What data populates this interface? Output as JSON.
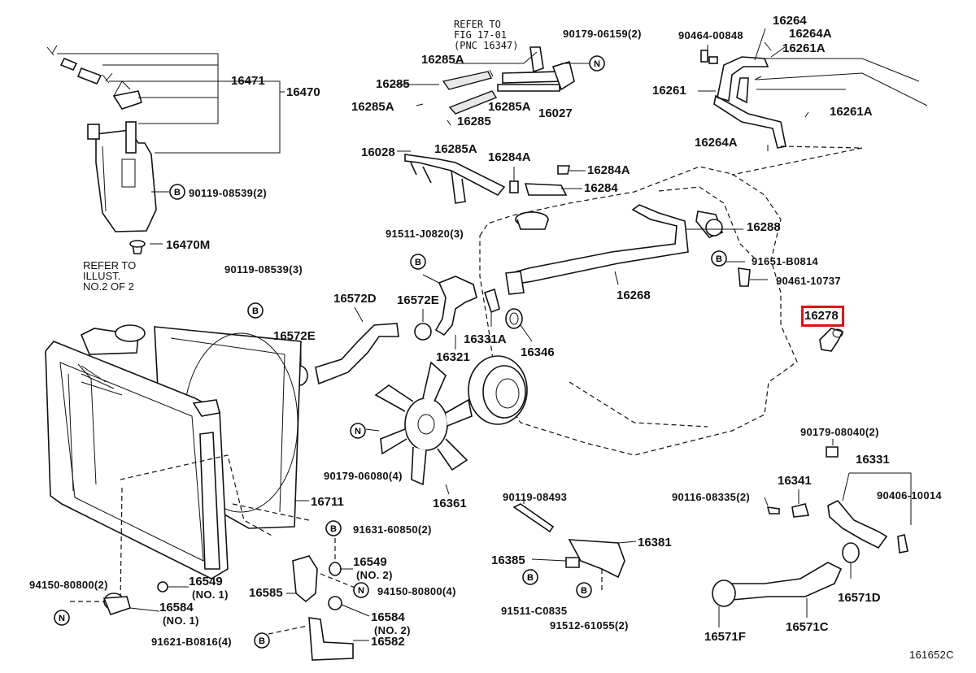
{
  "diagram_id": "161652C",
  "refer_fig": "REFER TO\nFIG 17-01\n(PNC 16347)",
  "refer_illust": "REFER TO\nILLUST.\nNO.2 OF 2",
  "highlight_part": "16278",
  "circle_symbols": [
    "B",
    "N"
  ],
  "labels": {
    "p16471": "16471",
    "p16470": "16470",
    "p16470M": "16470M",
    "p90119_08539_2": "90119-08539(2)",
    "p90119_08539_3": "90119-08539(3)",
    "p90179_06159": "90179-06159(2)",
    "p16285A_1": "16285A",
    "p16285": "16285",
    "p16285A_2": "16285A",
    "p16285_2": "16285",
    "p16285A_3": "16285A",
    "p16027": "16027",
    "p16028": "16028",
    "p16285A_4": "16285A",
    "p16284A": "16284A",
    "p16284A_2": "16284A",
    "p16284": "16284",
    "p90464": "90464-00848",
    "p16264": "16264",
    "p16264A": "16264A",
    "p16261A": "16261A",
    "p16261": "16261",
    "p16261A_2": "16261A",
    "p16264A_2": "16264A",
    "p16288": "16288",
    "p91651": "91651-B0814",
    "p90461": "90461-10737",
    "p16268": "16268",
    "p91511_J0820": "91511-J0820(3)",
    "p16572D": "16572D",
    "p16572E_1": "16572E",
    "p16572E_2": "16572E",
    "p16331A": "16331A",
    "p16321": "16321",
    "p16346": "16346",
    "p90179_06080": "90179-06080(4)",
    "p16361": "16361",
    "p16711": "16711",
    "p90179_08040": "90179-08040(2)",
    "p16331": "16331",
    "p16341": "16341",
    "p90116": "90116-08335(2)",
    "p90406": "90406-10014",
    "p90119_08493": "90119-08493",
    "p16381": "16381",
    "p16385": "16385",
    "p91511_C0835": "91511-C0835",
    "p91512": "91512-61055(2)",
    "p16571D": "16571D",
    "p16571F": "16571F",
    "p16571C": "16571C",
    "p91631": "91631-60850(2)",
    "p16549_2": "16549",
    "p16549_2n": "(NO. 2)",
    "p94150_4": "94150-80800(4)",
    "p16585": "16585",
    "p94150_2": "94150-80800(2)",
    "p16549_1": "16549",
    "p16549_1n": "(NO. 1)",
    "p16584_1": "16584",
    "p16584_1n": "(NO. 1)",
    "p16584_2": "16584",
    "p16584_2n": "(NO. 2)",
    "p91621": "91621-B0816(4)",
    "p16582": "16582"
  }
}
